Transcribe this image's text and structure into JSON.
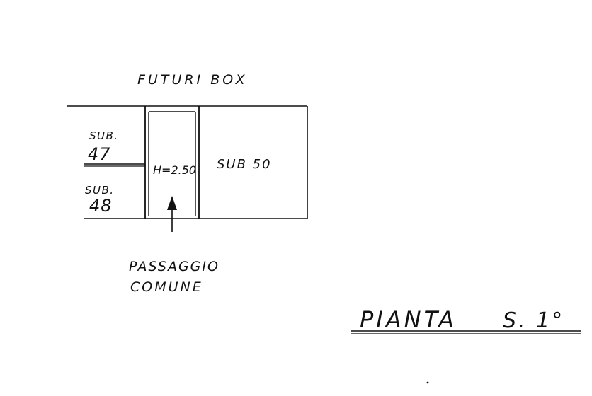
{
  "labels": {
    "header": "FUTURI BOX",
    "sub47_top": "SUB.",
    "sub47_num": "47",
    "sub48_top": "SUB.",
    "sub48_num": "48",
    "height": "H=2.50",
    "sub50": "SUB 50",
    "passage_line1": "PASSAGGIO",
    "passage_line2": "COMUNE",
    "title": "PIANTA",
    "floor": "S. 1°"
  }
}
